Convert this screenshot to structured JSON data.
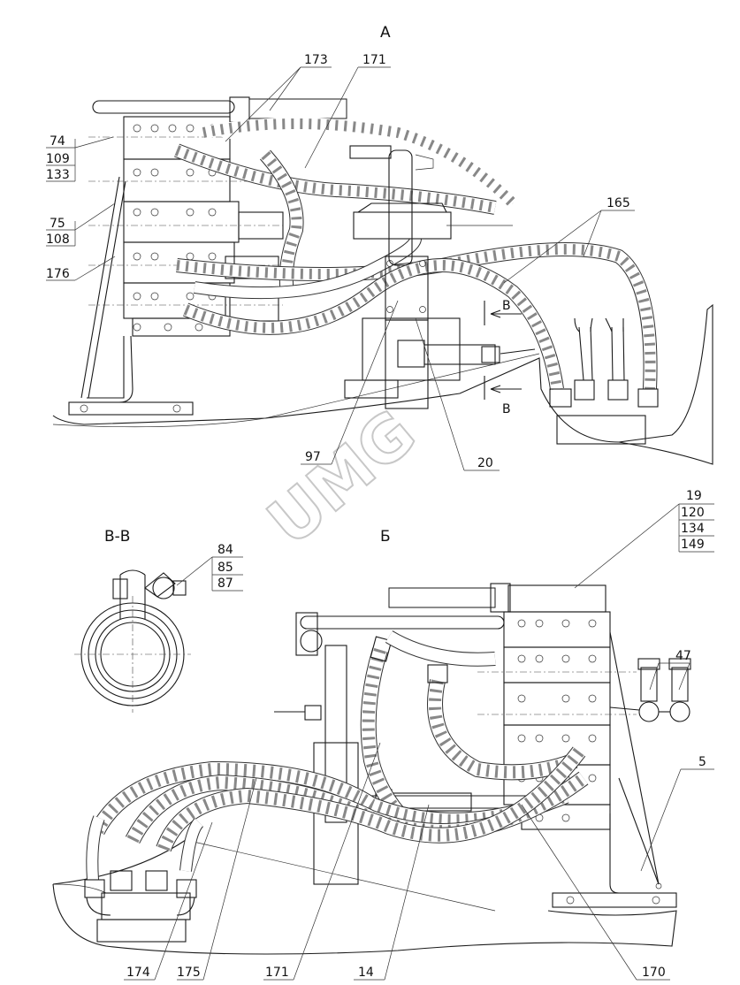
{
  "views": {
    "top_title": "А",
    "section_title": "В-В",
    "bottom_title": "Б",
    "section_marker": "В"
  },
  "watermark": "UMG",
  "callouts_top": {
    "c173": "173",
    "c171": "171",
    "c74": "74",
    "c109": "109",
    "c133": "133",
    "c75": "75",
    "c108": "108",
    "c176": "176",
    "c165": "165",
    "c97": "97",
    "c20": "20"
  },
  "callouts_section": {
    "c84": "84",
    "c85": "85",
    "c87": "87"
  },
  "callouts_bottom": {
    "c19": "19",
    "c120": "120",
    "c134": "134",
    "c149": "149",
    "c47": "47",
    "c5": "5",
    "c174": "174",
    "c175": "175",
    "c171b": "171",
    "c14": "14",
    "c170": "170"
  }
}
